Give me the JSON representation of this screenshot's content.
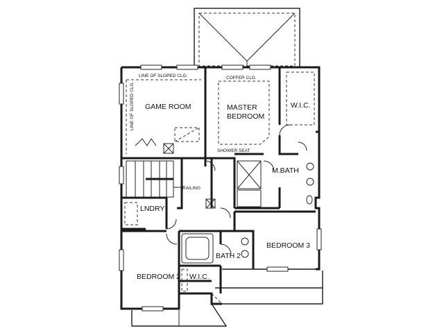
{
  "rooms": {
    "game_room": "GAME ROOM",
    "master_bedroom_line1": "MASTER",
    "master_bedroom_line2": "BEDROOM",
    "wic_master": "W.I.C.",
    "master_bath": "M.BATH",
    "laundry": "LNDRY",
    "bedroom_2": "BEDROOM 2",
    "bedroom_3": "BEDROOM 3",
    "bath_2": "BATH 2",
    "wic_bedroom2": "W.I.C."
  },
  "annotations": {
    "sloped_ceiling_top": "LINE OF SLOPED CLG.",
    "sloped_ceiling_side": "LINE OF SLOPED CLG.",
    "coffer_ceiling": "COFFER CLG.",
    "shower_seat": "SHOWER SEAT",
    "railing": "RAILING"
  }
}
